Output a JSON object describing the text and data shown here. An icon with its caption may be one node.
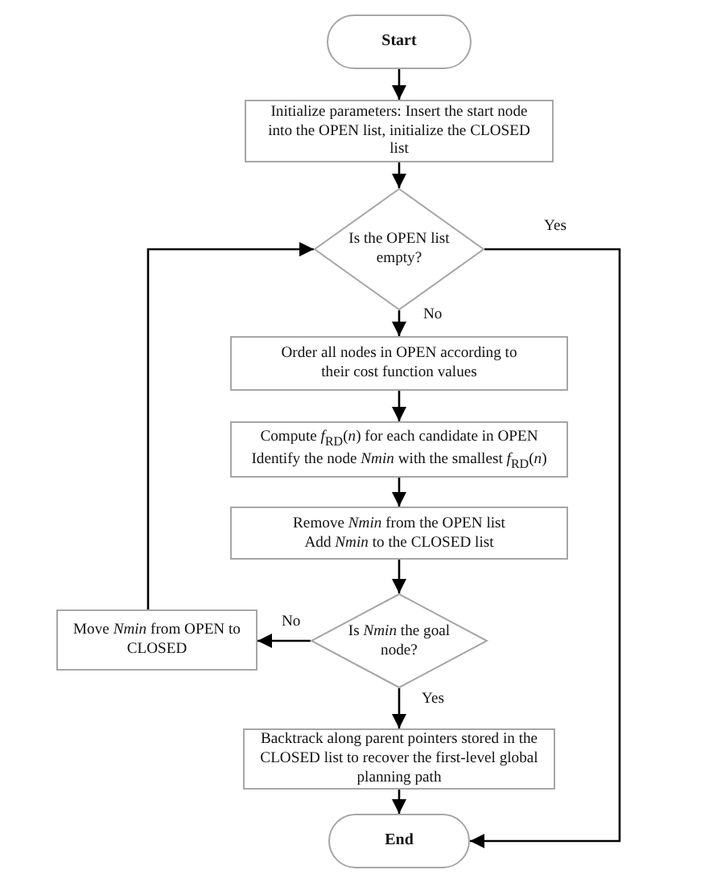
{
  "diagram": {
    "nodes": [
      {
        "text": [
          "Start"
        ]
      },
      {
        "text": [
          "Initialize parameters: Insert the start node into the OPEN list, initialize the CLOSED list"
        ]
      },
      {
        "text": [
          "Is the OPEN list empty?"
        ]
      },
      {
        "text": [
          "Order all nodes in OPEN according to their cost function values"
        ]
      },
      {
        "text": [
          "Compute *f*$_{RD}$(*n*) for each candidate in OPEN",
          "Identify the node *Nmin* with the smallest *f*$_{RD}$(*n*)"
        ]
      },
      {
        "text": [
          "Remove *Nmin* from the OPEN list",
          "Add *Nmin* to the CLOSED list"
        ]
      },
      {
        "text": [
          "Is *Nmin* the goal node?"
        ]
      },
      {
        "text": [
          "Move *Nmin* from OPEN to CLOSED"
        ]
      },
      {
        "text": [
          "Backtrack along parent pointers stored in the CLOSED list to recover the first-level global planning path"
        ]
      },
      {
        "text": [
          "End"
        ]
      }
    ],
    "edges": [
      {
        "from": 0,
        "to": 1,
        "arrow": "to"
      },
      {
        "from": 1,
        "to": 2,
        "arrow": "to"
      },
      {
        "from": 2,
        "to": 3,
        "arrow": "to",
        "label": "No"
      },
      {
        "from": 3,
        "to": 4,
        "arrow": "to"
      },
      {
        "from": 4,
        "to": 5,
        "arrow": "to"
      },
      {
        "from": 5,
        "to": 6,
        "arrow": "to"
      },
      {
        "from": 6,
        "to": 7,
        "arrow": "to",
        "label": "No"
      },
      {
        "from": 7,
        "to": 2,
        "arrow": "to"
      },
      {
        "from": 6,
        "to": 8,
        "arrow": "to",
        "label": "Yes"
      },
      {
        "from": 8,
        "to": 9,
        "arrow": "to"
      },
      {
        "from": 2,
        "to": 9,
        "arrow": "to",
        "label": "Yes"
      }
    ]
  }
}
